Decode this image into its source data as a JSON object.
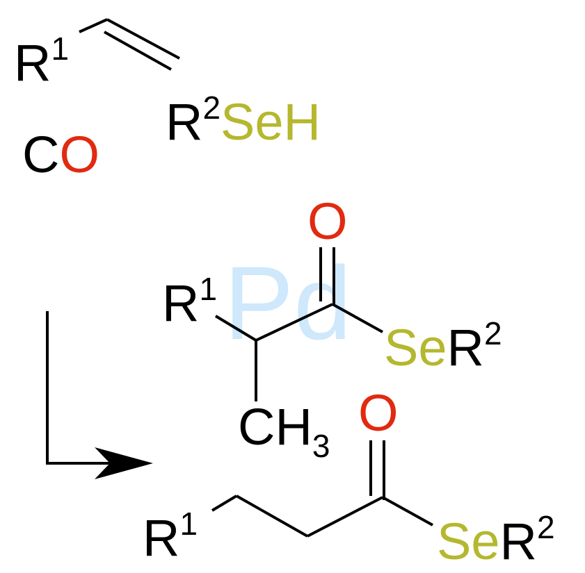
{
  "colors": {
    "carbon": "#000000",
    "oxygen": "#e12a10",
    "selenium": "#b5b72e",
    "palladium": "#cfe8fb"
  },
  "reactants": {
    "alkene": {
      "r_symbol": "R",
      "r_index": "1"
    },
    "selenol": {
      "r_symbol": "R",
      "r_index": "2",
      "group": "SeH"
    },
    "carbon_monoxide": {
      "c": "C",
      "o": "O"
    }
  },
  "catalyst": {
    "symbol": "Pd"
  },
  "product_branched": {
    "r1_symbol": "R",
    "r1_index": "1",
    "oxygen": "O",
    "se": "Se",
    "r2_symbol": "R",
    "r2_index": "2",
    "methyl_ch": "CH",
    "methyl_index": "3"
  },
  "product_linear": {
    "r1_symbol": "R",
    "r1_index": "1",
    "oxygen": "O",
    "se": "Se",
    "r2_symbol": "R",
    "r2_index": "2"
  }
}
